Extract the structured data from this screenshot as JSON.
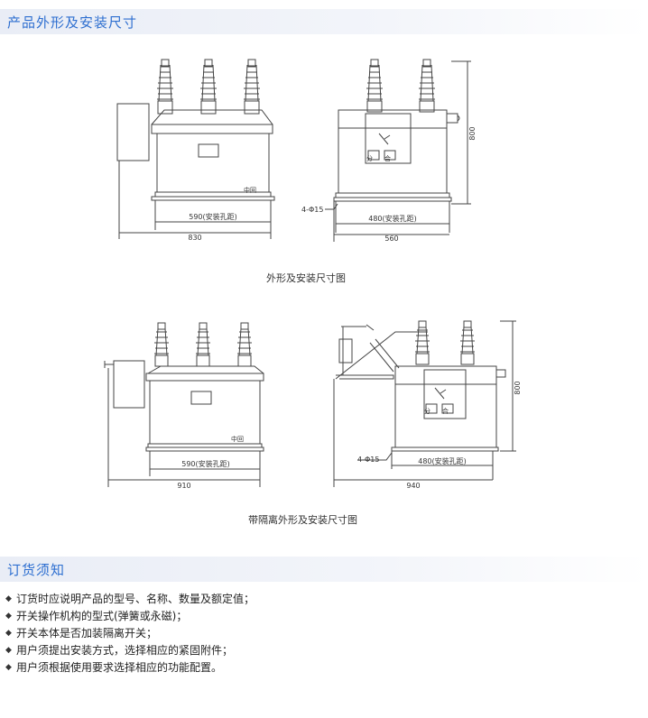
{
  "section1": {
    "title": "产品外形及安装尺寸"
  },
  "figure1": {
    "caption": "外形及安装尺寸图",
    "front": {
      "inner_dim": "590(安装孔距)",
      "outer_dim": "830"
    },
    "side": {
      "inner_dim": "480(安装孔距)",
      "outer_dim": "560",
      "height_dim": "800",
      "hole_label": "4-Φ15"
    }
  },
  "figure2": {
    "caption": "带隔离外形及安装尺寸图",
    "front": {
      "inner_dim": "590(安装孔距)",
      "outer_dim": "910"
    },
    "side": {
      "inner_dim": "480(安装孔距)",
      "outer_dim": "940",
      "height_dim": "800",
      "hole_label": "4-Φ15"
    }
  },
  "panel_labels": {
    "open": "分",
    "close": "合",
    "ground": "中回"
  },
  "section2": {
    "title": "订货须知"
  },
  "notes": [
    "订货时应说明产品的型号、名称、数量及额定值；",
    "开关操作机构的型式(弹簧或永磁)；",
    "开关本体是否加装隔离开关；",
    "用户须提出安装方式，选择相应的紧固附件；",
    "用户须根据使用要求选择相应的功能配置。"
  ]
}
